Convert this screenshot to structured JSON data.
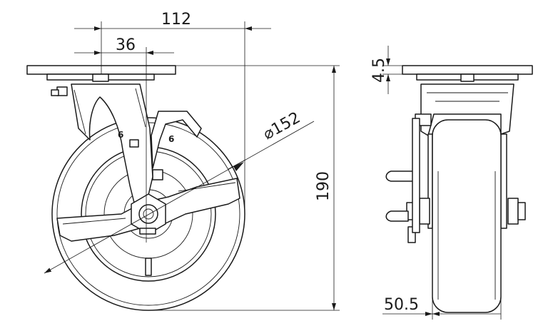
{
  "dimensions": {
    "overall_width": "112",
    "offset": "36",
    "wheel_diameter": "152",
    "diameter_symbol": "⌀",
    "overall_height": "190",
    "plate_thickness": "4.5",
    "wheel_width": "50.5"
  },
  "part_marks": {
    "mark_left": "6",
    "mark_right": "6"
  }
}
